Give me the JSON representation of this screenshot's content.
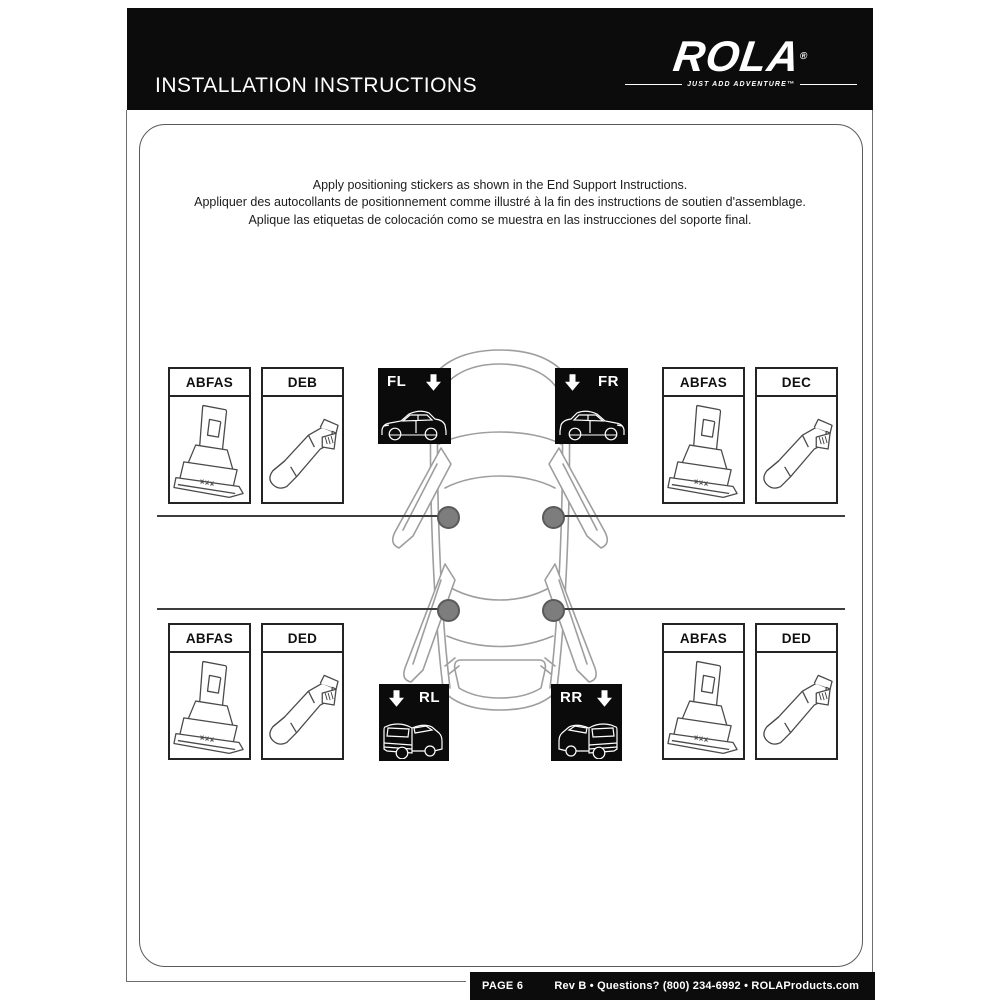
{
  "colors": {
    "bar_black": "#0d0c0c",
    "panel_border": "#5a5a5a",
    "connector_line": "#3d3d3d",
    "sticker_dot": "#7d7d7d",
    "line_art": "#9e9e9e"
  },
  "header": {
    "title": "INSTALLATION INSTRUCTIONS",
    "logo": {
      "brand": "ROLA",
      "registered": "®",
      "tagline": "JUST ADD ADVENTURE™"
    }
  },
  "instructions": {
    "line_en": "Apply positioning stickers as shown in the End Support Instructions.",
    "line_fr": "Appliquer des autocollants de positionnement comme illustré à la fin des instructions de soutien d'assemblage.",
    "line_es": "Aplique las etiquetas de colocación como se muestra en las instrucciones del soporte final."
  },
  "diagram": {
    "positions": [
      {
        "id": "front-left",
        "label": "FL",
        "arrow": "down"
      },
      {
        "id": "front-right",
        "label": "FR",
        "arrow": "down"
      },
      {
        "id": "rear-left",
        "label": "RL",
        "arrow": "down"
      },
      {
        "id": "rear-right",
        "label": "RR",
        "arrow": "down"
      }
    ],
    "part_groups": [
      {
        "position": "front-left",
        "parts": [
          "ABFAS",
          "DEB"
        ]
      },
      {
        "position": "front-right",
        "parts": [
          "ABFAS",
          "DEC"
        ]
      },
      {
        "position": "rear-left",
        "parts": [
          "ABFAS",
          "DED"
        ]
      },
      {
        "position": "rear-right",
        "parts": [
          "ABFAS",
          "DED"
        ]
      }
    ]
  },
  "footer": {
    "page": "PAGE 6",
    "info": "Rev B • Questions? (800) 234-6992 • ROLAProducts.com"
  }
}
